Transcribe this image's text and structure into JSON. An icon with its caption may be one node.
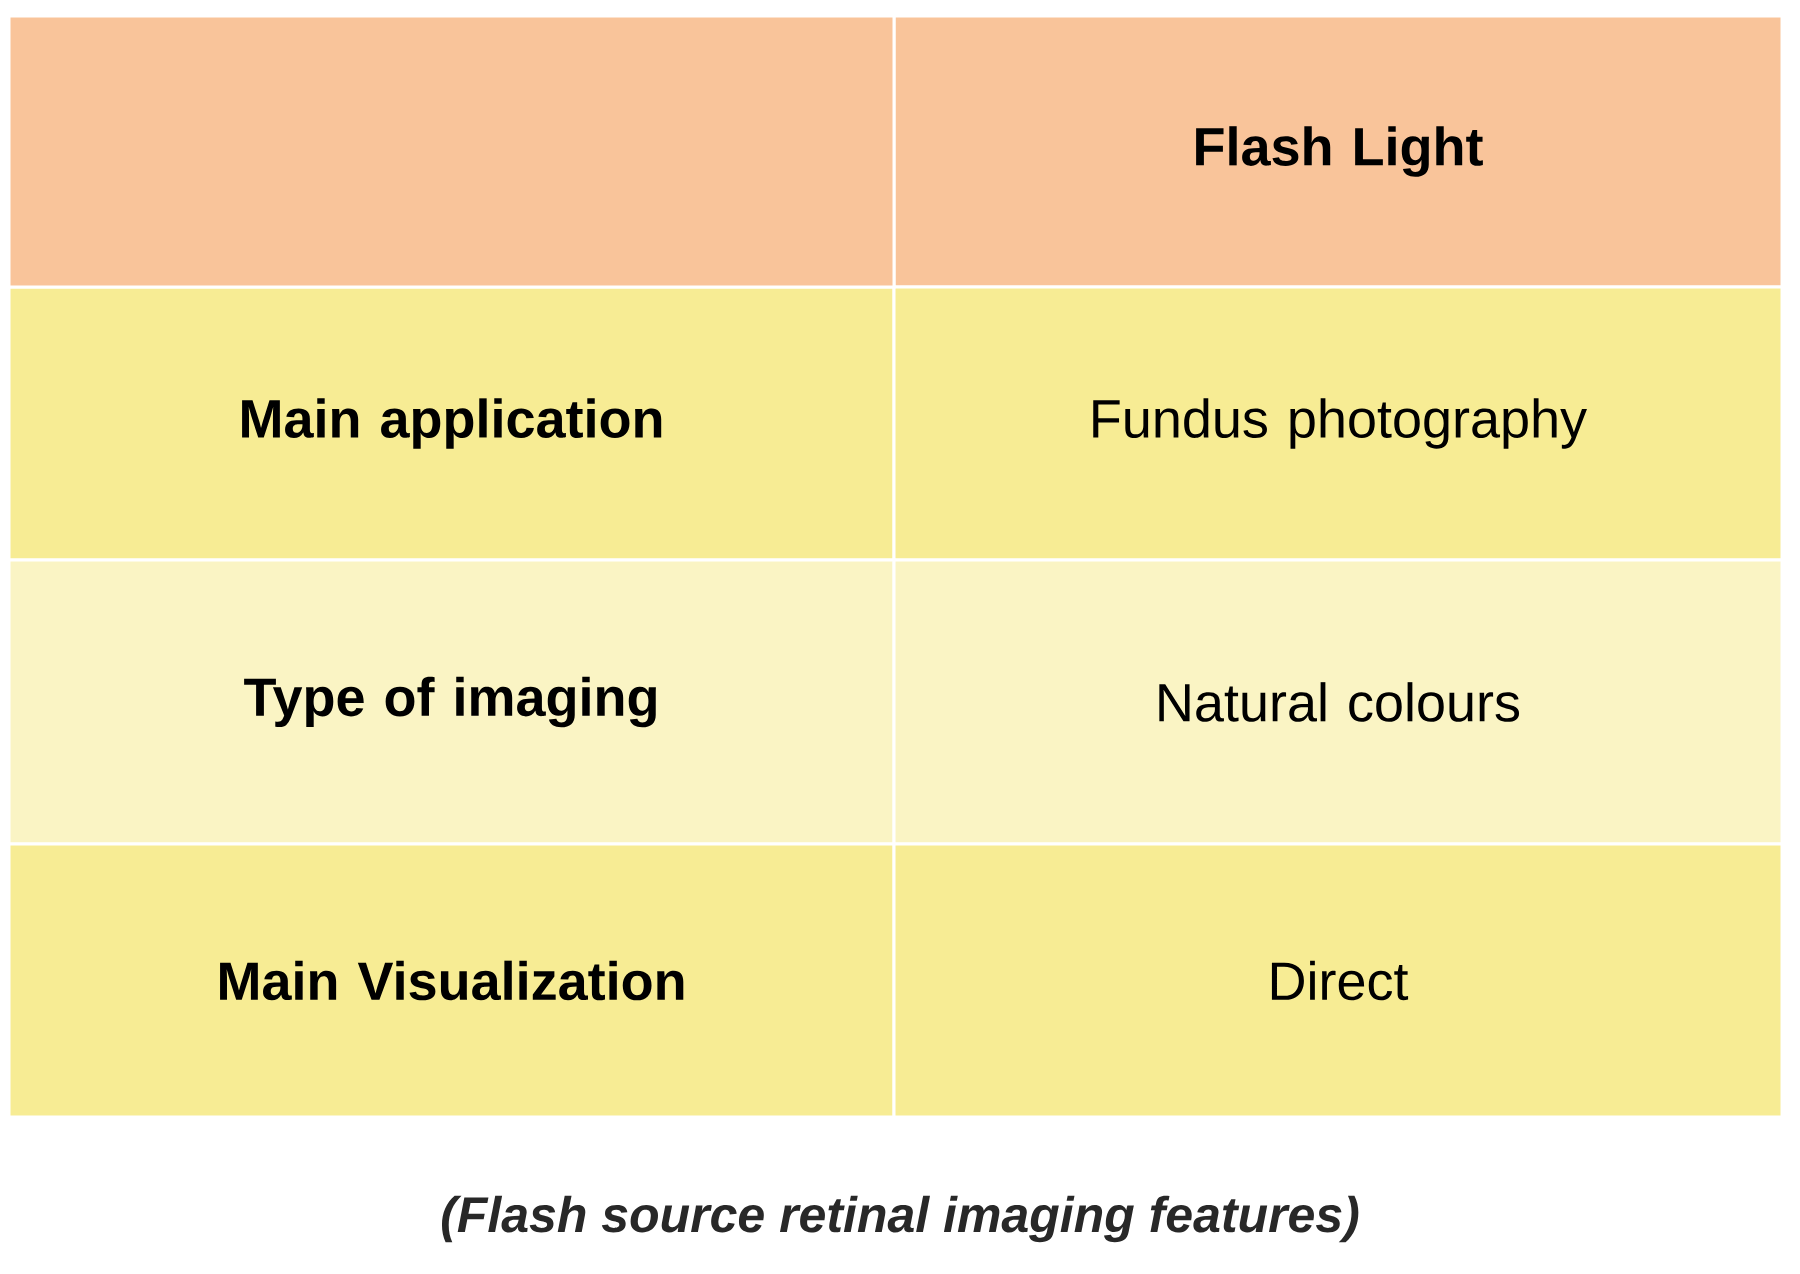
{
  "diagram": {
    "caption": "(Flash source retinal imaging features)",
    "labels": [
      "Flash Light",
      "Main application",
      "Fundus photography",
      "Type of imaging",
      "Natural colours",
      "Main Visualization",
      "Direct"
    ]
  }
}
